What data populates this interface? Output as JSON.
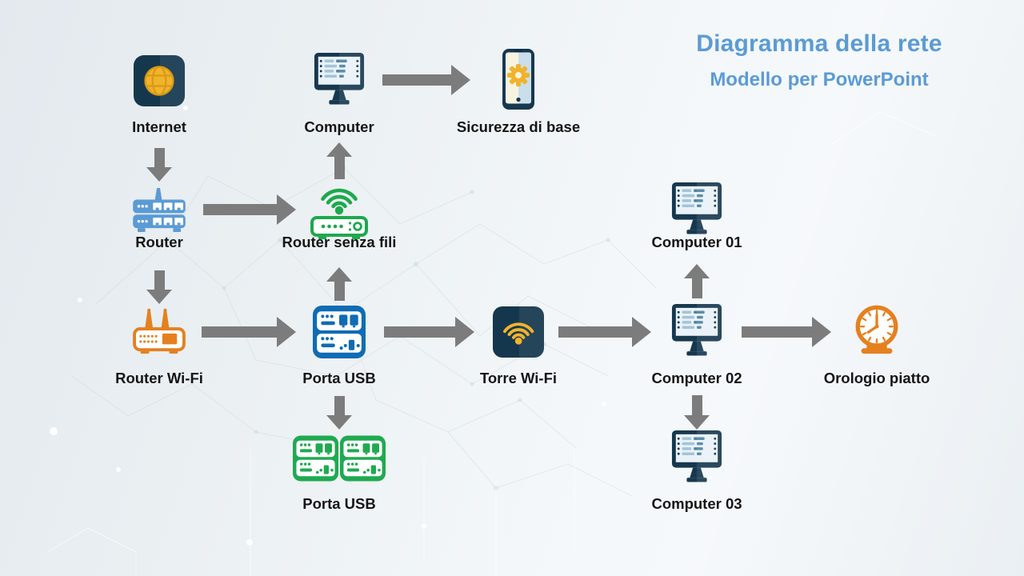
{
  "title": {
    "text": "Diagramma della rete",
    "subtitle": "Modello per PowerPoint"
  },
  "nodes": {
    "internet": {
      "label": "Internet",
      "icon": "globe-square-icon"
    },
    "computer": {
      "label": "Computer",
      "icon": "desktop-computer-icon"
    },
    "sicurezza": {
      "label": "Sicurezza di base",
      "icon": "phone-gear-icon"
    },
    "router": {
      "label": "Router",
      "icon": "router-ports-icon"
    },
    "router_senza_fili": {
      "label": "Router senza fili",
      "icon": "wireless-router-icon"
    },
    "computer01": {
      "label": "Computer 01",
      "icon": "desktop-computer-icon"
    },
    "router_wifi": {
      "label": "Router Wi-Fi",
      "icon": "antenna-router-icon"
    },
    "porta_usb": {
      "label": "Porta USB",
      "icon": "usb-hub-icon"
    },
    "torre_wifi": {
      "label": "Torre Wi-Fi",
      "icon": "wifi-square-icon"
    },
    "computer02": {
      "label": "Computer 02",
      "icon": "desktop-computer-icon"
    },
    "orologio": {
      "label": "Orologio piatto",
      "icon": "table-clock-icon"
    },
    "porta_usb2": {
      "label": "Porta USB",
      "icon": "double-usb-hub-icon"
    },
    "computer03": {
      "label": "Computer 03",
      "icon": "desktop-computer-icon"
    }
  },
  "connections": [
    {
      "from": "internet",
      "to": "router"
    },
    {
      "from": "router",
      "to": "router_senza_fili"
    },
    {
      "from": "router_senza_fili",
      "to": "computer"
    },
    {
      "from": "computer",
      "to": "sicurezza"
    },
    {
      "from": "router",
      "to": "router_wifi"
    },
    {
      "from": "router_wifi",
      "to": "porta_usb"
    },
    {
      "from": "porta_usb",
      "to": "router_senza_fili"
    },
    {
      "from": "porta_usb",
      "to": "torre_wifi"
    },
    {
      "from": "porta_usb",
      "to": "porta_usb2"
    },
    {
      "from": "torre_wifi",
      "to": "computer02"
    },
    {
      "from": "computer02",
      "to": "computer01"
    },
    {
      "from": "computer02",
      "to": "computer03"
    },
    {
      "from": "computer02",
      "to": "orologio"
    }
  ],
  "colors": {
    "title_blue": "#5B9BD5",
    "navy": "#16384F",
    "yellow": "#F2B32C",
    "router_blue": "#5B9BD5",
    "green": "#1FA84D",
    "orange": "#E5801F",
    "hub_blue": "#0F6CB4",
    "arrow_gray": "#7C7C7C",
    "label_text": "#151515"
  }
}
